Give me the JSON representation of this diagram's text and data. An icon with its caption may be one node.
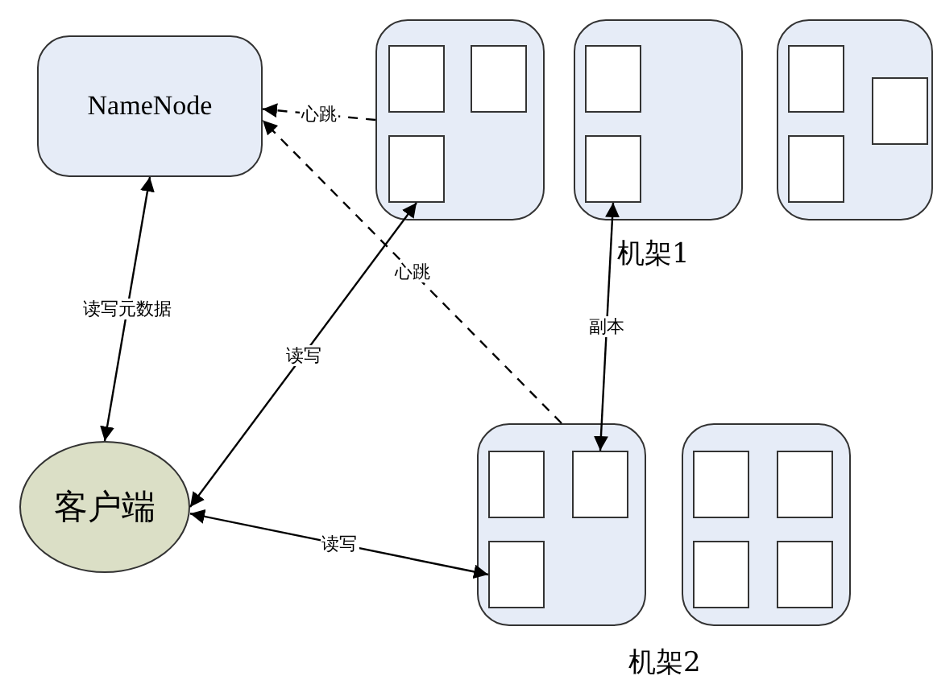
{
  "diagram": {
    "nodes": [
      {
        "text": [
          "NameNode"
        ]
      },
      {
        "text": [],
        "shape": "box"
      },
      {
        "text": [],
        "shape": "box",
        "in": 1
      },
      {
        "text": [],
        "shape": "box",
        "in": 1
      },
      {
        "text": [],
        "shape": "box",
        "in": 1
      },
      {
        "text": [],
        "shape": "box"
      },
      {
        "text": [],
        "shape": "box",
        "in": 5
      },
      {
        "text": [],
        "shape": "box",
        "in": 5
      },
      {
        "text": [],
        "shape": "box"
      },
      {
        "text": [],
        "shape": "box",
        "in": 8
      },
      {
        "text": [],
        "shape": "box",
        "in": 8
      },
      {
        "text": [],
        "shape": "box",
        "in": 8
      },
      {
        "text": [
          "客户端"
        ]
      },
      {
        "text": [],
        "shape": "box"
      },
      {
        "text": [],
        "shape": "box",
        "in": 13
      },
      {
        "text": [],
        "shape": "box",
        "in": 13
      },
      {
        "text": [],
        "shape": "box",
        "in": 13
      },
      {
        "text": [],
        "shape": "box"
      },
      {
        "text": [],
        "shape": "box",
        "in": 17
      },
      {
        "text": [],
        "shape": "box",
        "in": 17
      },
      {
        "text": [],
        "shape": "box",
        "in": 17
      },
      {
        "text": [],
        "shape": "box",
        "in": 17
      }
    ],
    "edges": [
      {
        "from": 1,
        "to": 0,
        "arrow": "to",
        "style": "dashed",
        "label": "心跳"
      },
      {
        "from": 13,
        "to": 0,
        "arrow": "to",
        "style": "dashed",
        "label": "心跳"
      },
      {
        "from": 0,
        "to": 12,
        "arrow": "both",
        "label": "读写元数据"
      },
      {
        "from": 12,
        "to": 4,
        "arrow": "both",
        "label": "读写"
      },
      {
        "from": 7,
        "to": 15,
        "arrow": "both",
        "label": "副本"
      },
      {
        "from": 12,
        "to": 16,
        "arrow": "both",
        "label": "读写"
      }
    ],
    "labels": [
      "机架1",
      "机架2"
    ]
  }
}
